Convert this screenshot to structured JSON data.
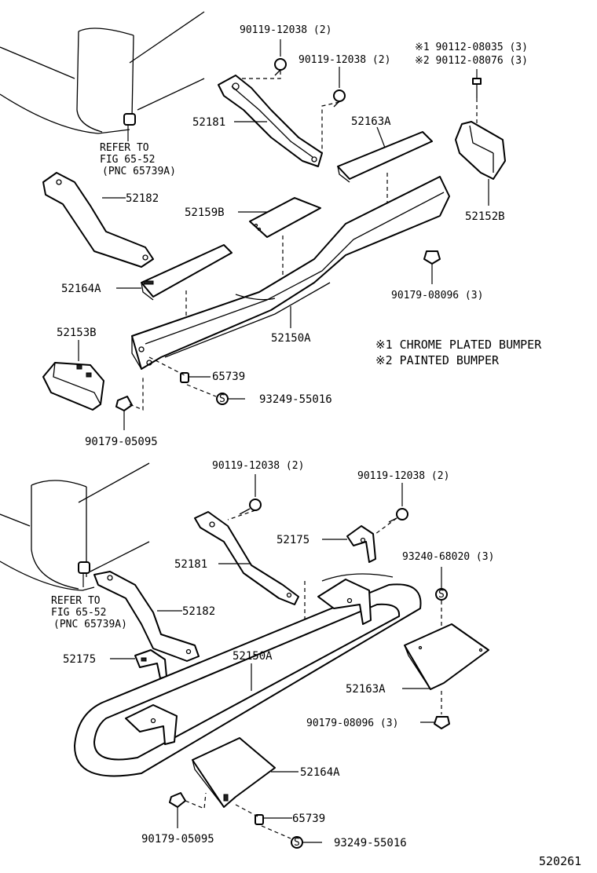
{
  "diagram_id": "520261",
  "notes": {
    "note1": "※1 CHROME PLATED BUMPER",
    "note2": "※2 PAINTED BUMPER"
  },
  "top_assembly": {
    "refer_line1": "REFER TO",
    "refer_line2": "FIG 65-52",
    "refer_line3": "(PNC 65739A)",
    "labels": {
      "bolt_a": "90119-12038 (2)",
      "bolt_b": "90119-12038 (2)",
      "screw_1": "※1 90112-08035 (3)",
      "screw_2": "※2 90112-08076 (3)",
      "bracket_right": "52181",
      "step_pad_right": "52163A",
      "end_cap_right": "52152B",
      "bracket_left": "52182",
      "center_pad": "52159B",
      "step_pad_left": "52164A",
      "nut_right": "90179-08096 (3)",
      "end_cap_left": "52153B",
      "bumper": "52150A",
      "clip": "65739",
      "screw_clip": "93249-55016",
      "nut_left": "90179-05095"
    }
  },
  "bottom_assembly": {
    "refer_line1": "REFER TO",
    "refer_line2": "FIG 65-52",
    "refer_line3": "(PNC 65739A)",
    "labels": {
      "bolt_a": "90119-12038 (2)",
      "bolt_b": "90119-12038 (2)",
      "bracket_upper": "52175",
      "screw_right": "93240-68020 (3)",
      "bracket_right": "52181",
      "bracket_left": "52182",
      "bracket_lower": "52175",
      "bumper": "52150A",
      "step_pad_right": "52163A",
      "nut_right": "90179-08096 (3)",
      "step_pad_left": "52164A",
      "clip": "65739",
      "nut_left": "90179-05095",
      "screw_clip": "93249-55016"
    }
  }
}
